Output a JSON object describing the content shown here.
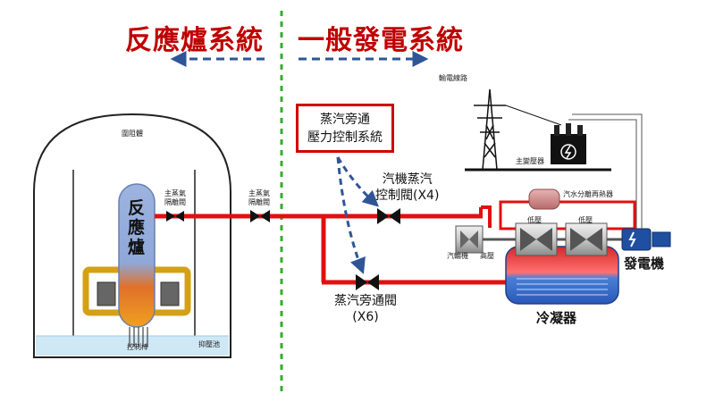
{
  "headings": {
    "reactor_system": "反應爐系統",
    "generation_system": "一般發電系統"
  },
  "labels": {
    "containment": "圍阻體",
    "reactor_char1": "反",
    "reactor_char2": "應",
    "reactor_char3": "爐",
    "main_steam_isolation_valve_1": "主蒸氣\n隔離閥",
    "main_steam_isolation_valve_2": "主蒸氣\n隔離閥",
    "control_rods": "控制棒",
    "suppression_pool": "抑壓池",
    "bypass_pressure_control_system": "蒸汽旁通\n壓力控制系統",
    "turbine_steam_control_valve": "汽機蒸汽\n控制閥(X4)",
    "steam_bypass_valve": "蒸汽旁通閥\n(X6)",
    "transmission_line": "輸電線路",
    "main_transformer": "主變壓器",
    "moisture_separator_reheater": "汽水分離再熱器",
    "turbine": "汽輪機",
    "high_pressure": "高壓",
    "low_pressure_1": "低壓",
    "low_pressure_2": "低壓",
    "generator": "發電機",
    "condenser": "冷凝器"
  },
  "colors": {
    "title_red": "#c00000",
    "steam_pipe": "#e01010",
    "dashed_arrow": "#2f5597",
    "divider_green": "#3aaa35",
    "core_blue": "#8fa8d8",
    "core_orange": "#f07a1a",
    "fuel_support_gold": "#d4a017",
    "condenser_red": "#e03030",
    "condenser_blue": "#3b6cc7",
    "pool_blue": "#cfe8f5"
  },
  "icons": [
    "valve-icon",
    "transmission-tower-icon",
    "transformer-icon",
    "lightning-icon",
    "turbine-icon",
    "generator-icon"
  ]
}
